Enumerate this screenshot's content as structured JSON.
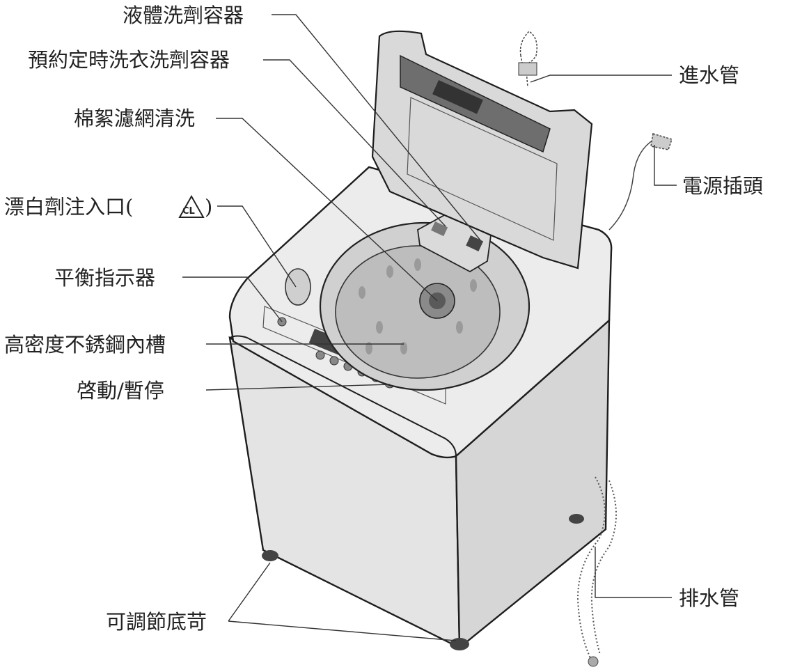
{
  "diagram": {
    "labels": {
      "liquid_detergent": "液體洗劑容器",
      "timer_detergent": "預約定時洗衣洗劑容器",
      "lint_filter": "棉絮濾網清洗",
      "bleach_inlet": "漂白劑注入口(",
      "bleach_symbol": "CL",
      "bleach_close": ")",
      "balance": "平衡指示器",
      "tub": "高密度不銹鋼內槽",
      "start_pause": "啓動/暫停",
      "leveling_feet": "可調節底苛",
      "water_inlet": "進水管",
      "power_plug": "電源插頭",
      "drain": "排水管"
    }
  }
}
